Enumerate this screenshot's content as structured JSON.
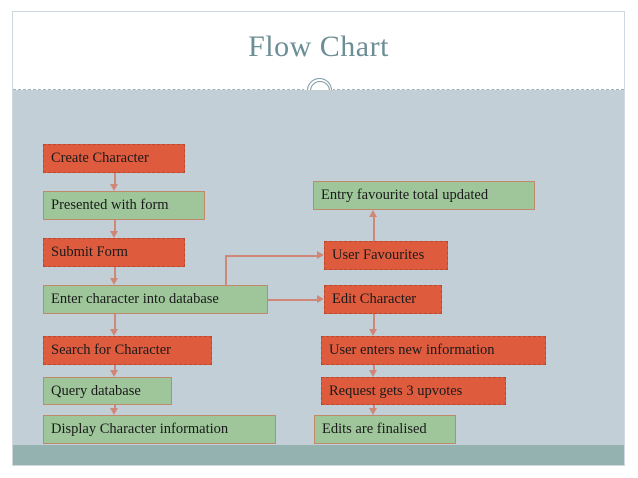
{
  "slide": {
    "title": "Flow Chart",
    "title_color": "#6d8e96",
    "background_color": "#c3cfd6",
    "footer_color": "#93b2b0",
    "header_color": "#ffffff"
  },
  "palette": {
    "orange_fill": "#df5b3e",
    "orange_border": "#b94a32",
    "green_fill": "#9ec69a",
    "green_border": "#c08a6a",
    "connector": "#cf8878"
  },
  "flow": {
    "left_column": [
      {
        "id": "create-character",
        "label": "Create Character",
        "style": "orange"
      },
      {
        "id": "presented-with-form",
        "label": "Presented with form",
        "style": "green"
      },
      {
        "id": "submit-form",
        "label": "Submit Form",
        "style": "orange"
      },
      {
        "id": "enter-character-database",
        "label": "Enter character into database",
        "style": "green"
      },
      {
        "id": "search-for-character",
        "label": "Search for Character",
        "style": "orange"
      },
      {
        "id": "query-database",
        "label": "Query database",
        "style": "green"
      },
      {
        "id": "display-character-info",
        "label": "Display Character information",
        "style": "green"
      }
    ],
    "right_column": [
      {
        "id": "entry-favourite-total",
        "label": "Entry favourite total updated",
        "style": "green"
      },
      {
        "id": "user-favourites",
        "label": "User Favourites",
        "style": "orange"
      },
      {
        "id": "edit-character",
        "label": "Edit Character",
        "style": "orange"
      },
      {
        "id": "user-enters-new-info",
        "label": "User enters new information",
        "style": "orange"
      },
      {
        "id": "request-gets-3-upvotes",
        "label": "Request gets 3 upvotes",
        "style": "orange"
      },
      {
        "id": "edits-are-finalised",
        "label": "Edits are finalised",
        "style": "green"
      }
    ],
    "connections": [
      {
        "from": "create-character",
        "to": "presented-with-form",
        "kind": "down"
      },
      {
        "from": "presented-with-form",
        "to": "submit-form",
        "kind": "down"
      },
      {
        "from": "submit-form",
        "to": "enter-character-database",
        "kind": "down"
      },
      {
        "from": "enter-character-database",
        "to": "search-for-character",
        "kind": "down"
      },
      {
        "from": "search-for-character",
        "to": "query-database",
        "kind": "down"
      },
      {
        "from": "query-database",
        "to": "display-character-info",
        "kind": "down"
      },
      {
        "from": "enter-character-database",
        "to": "user-favourites",
        "kind": "elbow-right"
      },
      {
        "from": "enter-character-database",
        "to": "edit-character",
        "kind": "right"
      },
      {
        "from": "user-favourites",
        "to": "entry-favourite-total",
        "kind": "up"
      },
      {
        "from": "edit-character",
        "to": "user-enters-new-info",
        "kind": "down"
      },
      {
        "from": "user-enters-new-info",
        "to": "request-gets-3-upvotes",
        "kind": "down"
      },
      {
        "from": "request-gets-3-upvotes",
        "to": "edits-are-finalised",
        "kind": "down"
      }
    ]
  }
}
